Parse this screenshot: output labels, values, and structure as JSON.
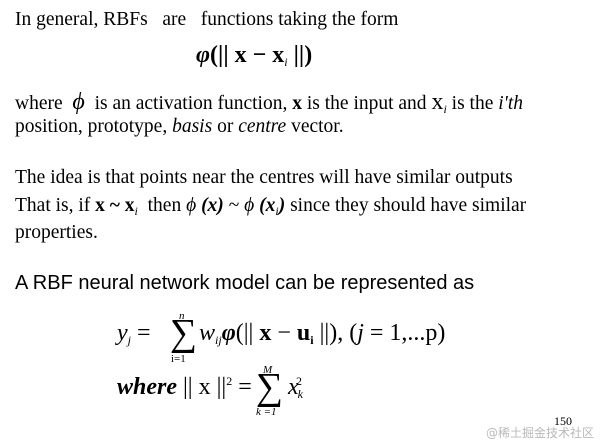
{
  "line1": {
    "a": "In general, RBFs",
    "b": "are",
    "c": "functions taking the form"
  },
  "formula1": {
    "phi": "φ",
    "body": "(|| ",
    "x": "x",
    "minus": " − ",
    "xi": "x",
    "i": "i",
    "end": " ||)"
  },
  "line2": {
    "where": "where",
    "phi": "ϕ",
    "mid": "is an activation function,",
    "x": "x",
    "input": "is the input and",
    "xi": "x",
    "i": "i",
    "isthe": "is the",
    "ith": "i'th"
  },
  "line3": {
    "a": "position, prototype,",
    "basis": "basis",
    "or": "or",
    "centre": "centre",
    "end": "vector."
  },
  "line4": {
    "text": "The idea is that points near the centres will have similar outputs"
  },
  "line5": {
    "a": "That is,  if",
    "x": "x",
    "tilde": " ~ ",
    "xi": "x",
    "i": "i",
    "then": "then",
    "phi1": "ϕ",
    "px": "(x)",
    "tilde2": " ~ ",
    "phi2": "ϕ",
    "pxi1": "(x",
    "pi": "i",
    "pxi2": ")",
    "end": "since they should have similar"
  },
  "line6": {
    "text": "properties."
  },
  "line7": {
    "text": "A  RBF neural network model  can be represented as"
  },
  "formula2": {
    "lhs": "y",
    "j": "j",
    "eq": "=",
    "top": "n",
    "bottom": "i=1",
    "sigma": "∑",
    "w": "w",
    "ij": "ij",
    "phi": "φ",
    "paren": "(|| ",
    "x": "x",
    "minus": " − ",
    "u": "u",
    "ui": "i",
    "close": " ||), (",
    "jj": "j",
    "rest": " = 1,...p)"
  },
  "formula3": {
    "where": "where",
    "norm": "|| x ||",
    "sq": "2",
    "eq": "=",
    "top": "M",
    "bottom": "k =1",
    "sigma": "∑",
    "xk": "x",
    "k": "k",
    "two": "2"
  },
  "page_number": "150",
  "watermark": "@稀土掘金技术社区"
}
